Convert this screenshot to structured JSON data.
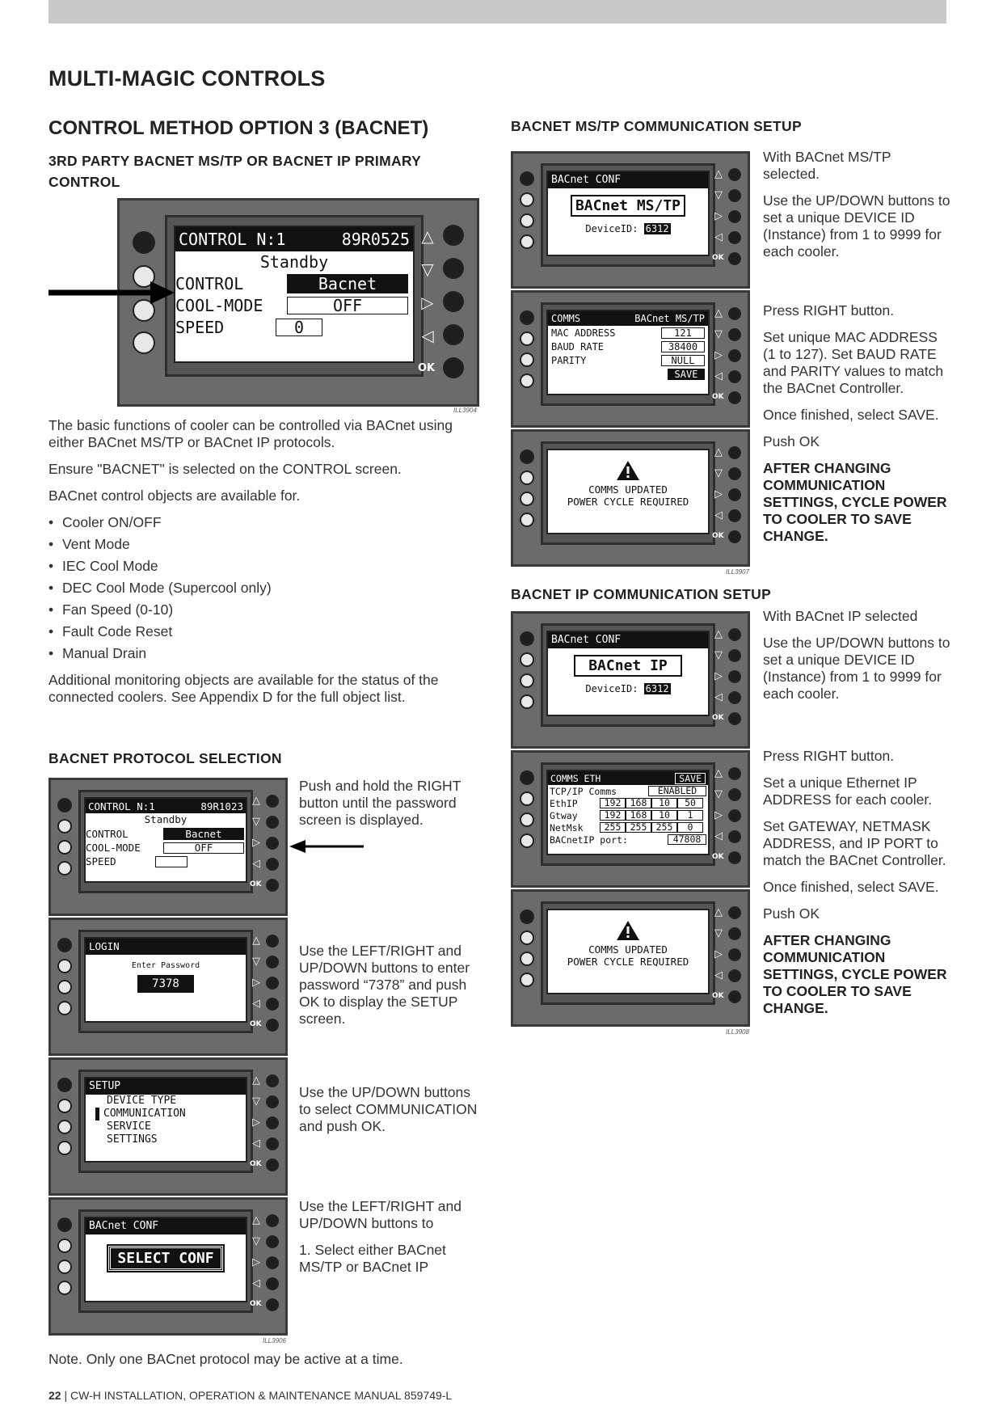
{
  "page": {
    "title": "MULTI-MAGIC CONTROLS",
    "footer_num": "22",
    "footer_sep": "|",
    "footer_text": "CW-H INSTALLATION, OPERATION & MAINTENANCE MANUAL 859749-L"
  },
  "left": {
    "heading": "CONTROL METHOD OPTION 3 (BACNET)",
    "subheading": "3RD PARTY BACNET MS/TP OR BACNET IP PRIMARY CONTROL",
    "fig_id": "ILL3904",
    "p1": "The basic functions of cooler can be controlled via BACnet using either BACnet MS/TP or BACnet IP protocols.",
    "p2": "Ensure \"BACNET\" is selected on the CONTROL screen.",
    "p3": "BACnet control objects are available for.",
    "bullets": [
      "Cooler ON/OFF",
      "Vent Mode",
      "IEC Cool Mode",
      "DEC Cool Mode (Supercool only)",
      "Fan Speed (0-10)",
      "Fault Code Reset",
      "Manual Drain"
    ],
    "p4": "Additional monitoring objects are available for the status of the connected coolers.  See Appendix D for the full object list.",
    "proto_heading": "BACNET PROTOCOL SELECTION",
    "proto_text1": "Push and hold the RIGHT button until the password screen is displayed.",
    "proto_text2": "Use the LEFT/RIGHT and UP/DOWN buttons to enter password “7378” and push OK to display the SETUP screen.",
    "proto_text3": "Use the UP/DOWN buttons to select COMMUNICATION and push OK.",
    "proto_text4a": "Use the LEFT/RIGHT and UP/DOWN buttons to",
    "proto_text4b": "1. Select either BACnet MS/TP or BACnet IP",
    "proto_fig_id": "ILL3906",
    "note": "Note. Only one BACnet protocol may be active at a time."
  },
  "screens": {
    "control": {
      "title": "CONTROL N:1",
      "serial": "89R0525",
      "status": "Standby",
      "r1l": "CONTROL",
      "r1v": "Bacnet",
      "r2l": "COOL-MODE",
      "r2v": "OFF",
      "r3l": "SPEED",
      "r3v": "0"
    },
    "control2": {
      "title": "CONTROL N:1",
      "serial": "89R1023",
      "status": "Standby",
      "r1l": "CONTROL",
      "r1v": "Bacnet",
      "r2l": "COOL-MODE",
      "r2v": "OFF",
      "r3l": "SPEED",
      "r3v": ""
    },
    "login": {
      "title": "LOGIN",
      "prompt": "Enter Password",
      "value": "7378"
    },
    "setup": {
      "title": "SETUP",
      "i1": "DEVICE TYPE",
      "i2": "COMMUNICATION",
      "i3": "SERVICE",
      "i4": "SETTINGS"
    },
    "selconf": {
      "title": "BACnet CONF",
      "value": "SELECT CONF"
    },
    "mstp": {
      "title": "BACnet CONF",
      "value": "BACnet MS/TP",
      "dev_label": "DeviceID:",
      "dev_value": "6312"
    },
    "mstp_comms": {
      "title": "COMMS",
      "title2": "BACnet MS/TP",
      "r1l": "MAC ADDRESS",
      "r1v": "121",
      "r2l": "BAUD RATE",
      "r2v": "38400",
      "r3l": "PARITY",
      "r3v": "NULL",
      "save": "SAVE"
    },
    "updated": {
      "l1": "COMMS UPDATED",
      "l2": "POWER CYCLE REQUIRED"
    },
    "ip": {
      "title": "BACnet CONF",
      "value": "BACnet IP",
      "dev_label": "DeviceID:",
      "dev_value": "6312"
    },
    "eth": {
      "title": "COMMS ETH",
      "save": "SAVE",
      "r1l": "TCP/IP Comms",
      "r1v": "ENABLED",
      "r2l": "EthIP",
      "r2v": [
        "192",
        "168",
        "10",
        "50"
      ],
      "r3l": "Gtway",
      "r3v": [
        "192",
        "168",
        "10",
        "1"
      ],
      "r4l": "NetMsk",
      "r4v": [
        "255",
        "255",
        "255",
        "0"
      ],
      "r5l": "BACnetIP port:",
      "r5v": "47808"
    },
    "ok": "OK"
  },
  "right": {
    "mstp_heading": "BACNET MS/TP COMMUNICATION SETUP",
    "m1": "With BACnet MS/TP selected.",
    "m2": "Use the UP/DOWN buttons to set a unique DEVICE ID (Instance) from 1 to 9999 for each cooler.",
    "m3": "Press RIGHT button.",
    "m4": "Set unique MAC ADDRESS (1 to 127). Set BAUD RATE and PARITY values to match the BACnet Controller.",
    "m5": "Once finished, select SAVE.",
    "m6": "Push OK",
    "m7": "AFTER CHANGING COMMUNICATION SETTINGS, CYCLE POWER TO COOLER TO SAVE CHANGE.",
    "mstp_fig": "ILL3907",
    "ip_heading": "BACNET IP COMMUNICATION SETUP",
    "i1": "With BACnet IP selected",
    "i2": "Use the UP/DOWN buttons to set a unique DEVICE ID (Instance) from 1 to 9999 for each cooler.",
    "i3": "Press RIGHT button.",
    "i4": "Set a unique Ethernet IP ADDRESS for each cooler.",
    "i5": "Set GATEWAY, NETMASK ADDRESS, and IP PORT to match the BACnet Controller.",
    "i6": "Once finished, select SAVE.",
    "i7": "Push OK",
    "i8": "AFTER CHANGING COMMUNICATION SETTINGS, CYCLE POWER TO COOLER TO SAVE CHANGE.",
    "ip_fig": "ILL3908"
  }
}
